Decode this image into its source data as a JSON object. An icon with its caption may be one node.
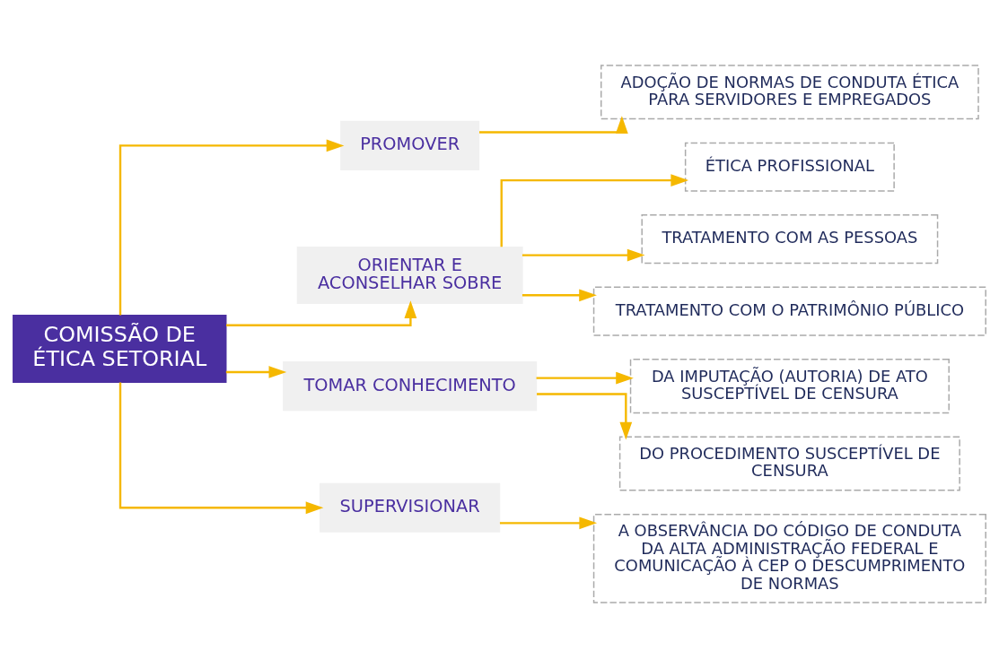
{
  "diagram": {
    "nodes": [
      {
        "text": [
          "COMISSÃO DE ÉTICA SETORIAL"
        ]
      },
      {
        "text": [
          "PROMOVER"
        ]
      },
      {
        "text": [
          "ORIENTAR E ACONSELHAR SOBRE"
        ]
      },
      {
        "text": [
          "TOMAR CONHECIMENTO"
        ]
      },
      {
        "text": [
          "SUPERVISIONAR"
        ]
      },
      {
        "text": [
          "ADOÇÃO DE NORMAS DE CONDUTA ÉTICA PARA SERVIDORES E EMPREGADOS"
        ]
      },
      {
        "text": [
          "ÉTICA PROFISSIONAL"
        ]
      },
      {
        "text": [
          "TRATAMENTO COM AS PESSOAS"
        ]
      },
      {
        "text": [
          "TRATAMENTO COM O PATRIMÔNIO PÚBLICO"
        ]
      },
      {
        "text": [
          "DA IMPUTAÇÃO (AUTORIA) DE ATO SUSCEPTÍVEL DE CENSURA"
        ]
      },
      {
        "text": [
          "DO PROCEDIMENTO SUSCEPTÍVEL DE CENSURA"
        ]
      },
      {
        "text": [
          "A OBSERVÂNCIA DO CÓDIGO DE CONDUTA DA ALTA ADMINISTRAÇÃO FEDERAL E COMUNICAÇÃO À CEP O DESCUMPRIMENTO DE NORMAS"
        ]
      }
    ],
    "edges": [
      {
        "from": 0,
        "to": 1,
        "arrow": "to"
      },
      {
        "from": 0,
        "to": 2,
        "arrow": "to"
      },
      {
        "from": 0,
        "to": 3,
        "arrow": "to"
      },
      {
        "from": 0,
        "to": 4,
        "arrow": "to"
      },
      {
        "from": 1,
        "to": 5,
        "arrow": "to"
      },
      {
        "from": 2,
        "to": 6,
        "arrow": "to"
      },
      {
        "from": 2,
        "to": 7,
        "arrow": "to"
      },
      {
        "from": 2,
        "to": 8,
        "arrow": "to"
      },
      {
        "from": 3,
        "to": 9,
        "arrow": "to"
      },
      {
        "from": 3,
        "to": 10,
        "arrow": "to"
      },
      {
        "from": 4,
        "to": 11,
        "arrow": "to"
      }
    ]
  }
}
